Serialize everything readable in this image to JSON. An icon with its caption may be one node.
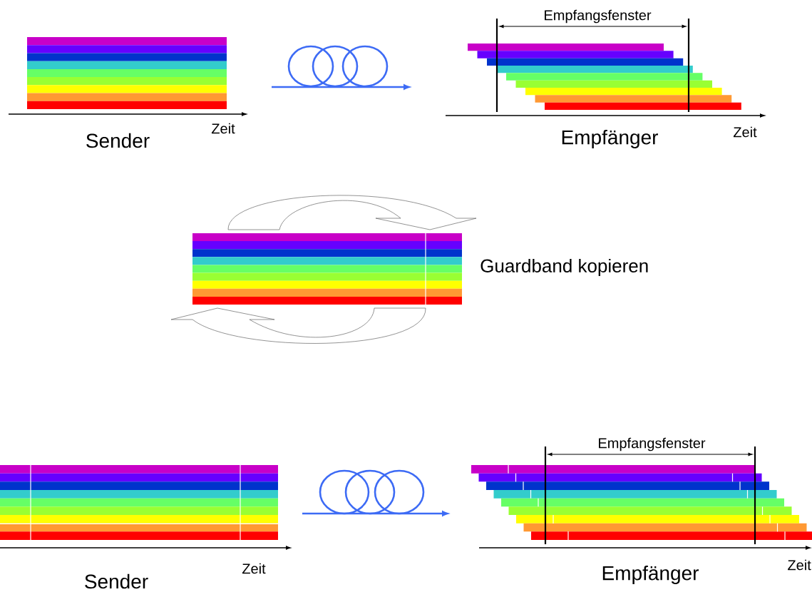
{
  "diagram": {
    "nodes": [
      {
        "text": [
          "Sender"
        ]
      },
      {
        "text": [],
        "shape": "picture"
      },
      {
        "text": [
          "Empfänger"
        ]
      },
      {
        "text": [
          "Guardband kopieren"
        ]
      },
      {
        "text": [
          "Sender"
        ]
      },
      {
        "text": [],
        "shape": "picture"
      },
      {
        "text": [
          "Empfänger"
        ]
      }
    ],
    "labels": [
      "Empfangsfenster",
      "Zeit",
      "Zeit",
      "Empfangsfenster",
      "Zeit",
      "Zeit"
    ]
  }
}
